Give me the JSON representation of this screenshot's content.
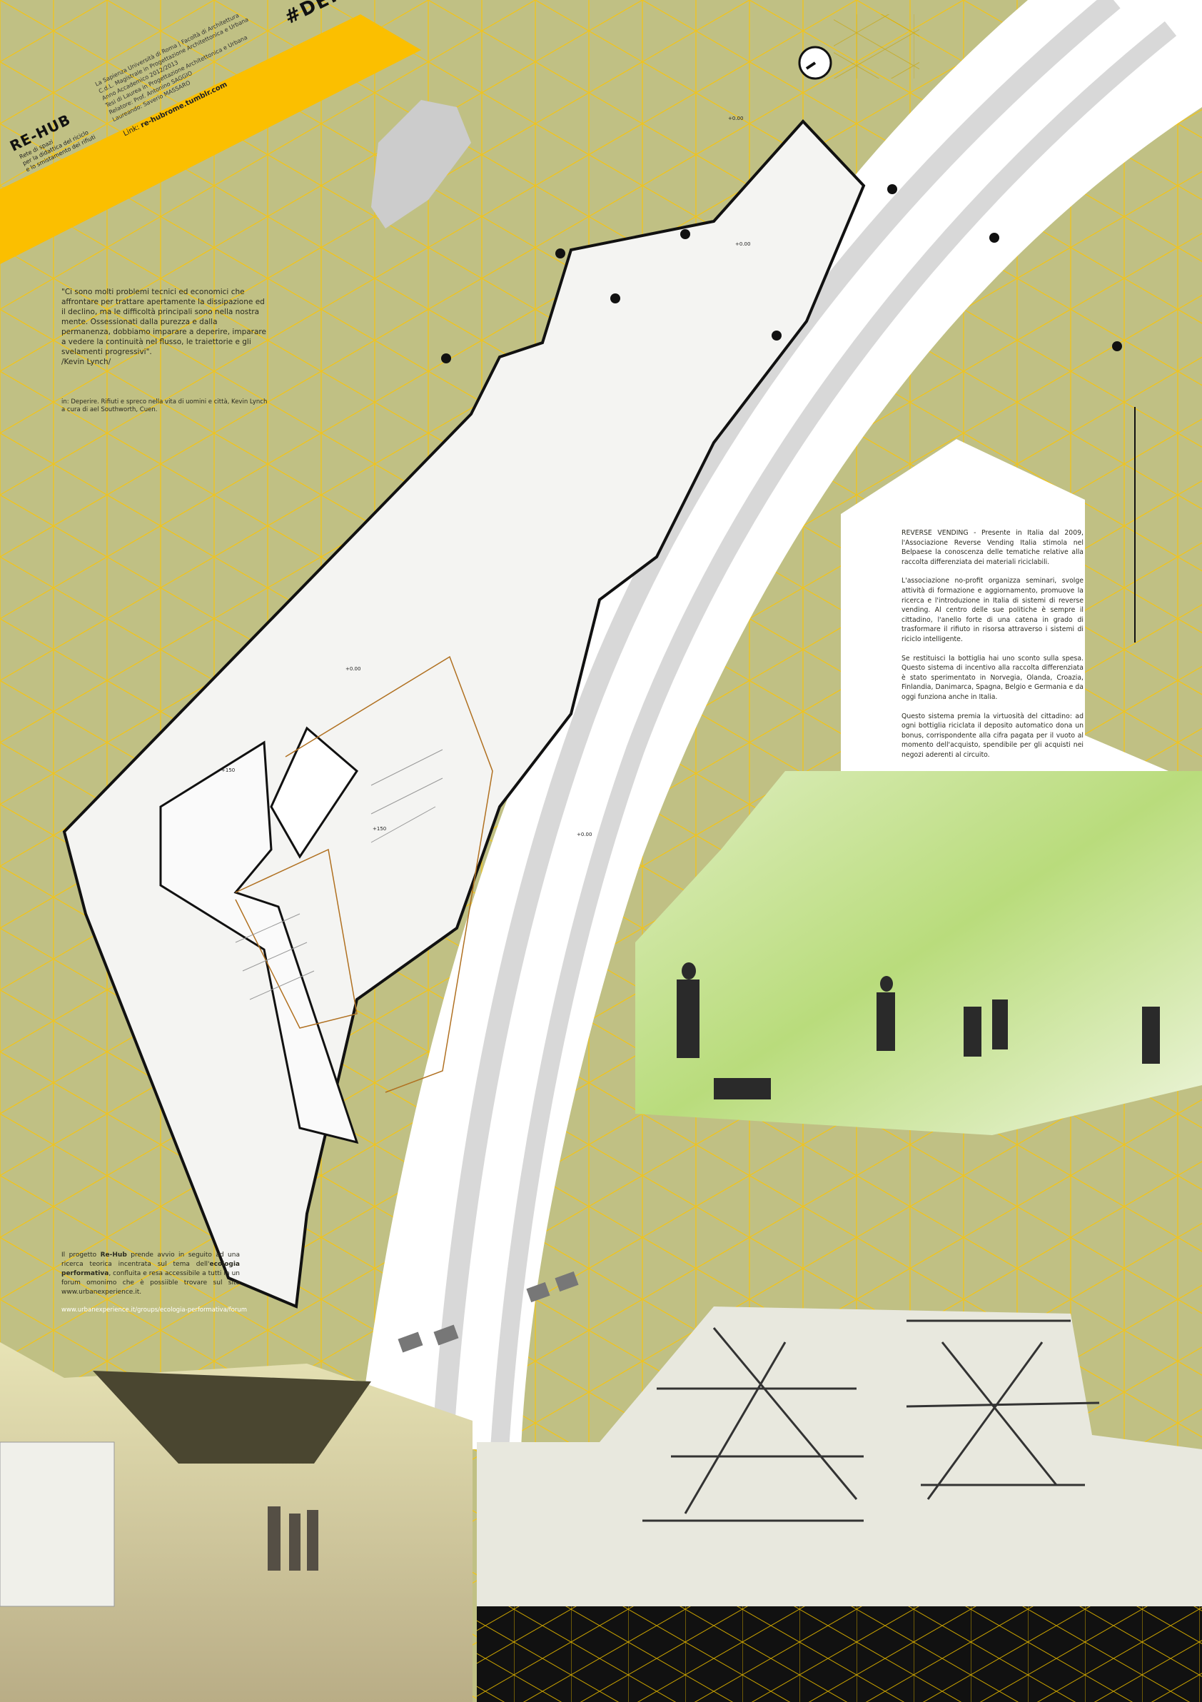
{
  "header": {
    "logo": "RE-HUB",
    "logo_subtitle": [
      "Rete di spazi",
      "per la didattica del riciclo",
      "e lo smistamento dei rifiuti"
    ],
    "info_lines": [
      "La Sapienza Università di Roma | Facoltà di Architettura",
      "C.d.L. Magistrale in Progettazione Architettonica e Urbana",
      "Anno Accademico 2012/2013",
      "Tesi di Laurea in Progettazione Architettonica e Urbana",
      "Relatore: Prof. Antonino SAGGIO",
      "Laureando: Saverio MASSARO"
    ],
    "link_label": "Link:",
    "link_url": "re-hubrome.tumblr.com",
    "hashtag": "#DEPERIRE"
  },
  "quote": {
    "text": "\"Ci sono molti problemi tecnici ed economici che affrontare per trattare apertamente la dissipazione ed il declino, ma le difficoltà principali sono nella nostra mente. Ossessionati dalla purezza e dalla permanenza, dobbiamo imparare a deperire, imparare a vedere la continuità nel flusso, le traiettorie e gli svelamenti progressivi\".",
    "author": "/Kevin Lynch/",
    "citation": "in: Deperire. Rifiuti e spreco nella vita di uomini e città, Kevin Lynch a cura di   ael Southworth,  Cuen."
  },
  "reverse_vending": {
    "paragraphs": [
      "REVERSE VENDING - Presente in Italia dal 2009, l'Associazione Reverse Vending Italia stimola nel Belpaese la conoscenza delle tematiche relative alla raccolta differenziata dei materiali riciclabili.",
      "L'associazione no-profit organizza seminari, svolge attività di formazione e aggiornamento, promuove la ricerca e l'introduzione in Italia di sistemi di reverse vending. Al centro delle sue politiche è sempre il cittadino, l'anello forte di una catena in grado di trasformare il rifiuto in risorsa attraverso i sistemi di riciclo intelligente.",
      "Se restituisci la bottiglia hai uno sconto sulla spesa. Questo sistema di incentivo alla raccolta differenziata è stato sperimentato in Norvegia, Olanda, Croazia, Finlandia, Danimarca, Spagna, Belgio e Germania e da oggi funziona anche in Italia.",
      "Questo sistema premia la virtuosità del cittadino: ad ogni bottiglia riciclata il deposito automatico dona un bonus, corrispondente alla cifra pagata per il  vuoto  al momento dell'acquisto, spendibile per gli acquisti nei negozi aderenti al circuito."
    ]
  },
  "intro": {
    "p1": "Il progetto ",
    "project": "Re-Hub",
    "p2": " prende avvio in seguito ad una ricerca teorica incentrata sul tema dell'",
    "theme": "ecologia performativa",
    "p3": ", confluita e resa accessibile a tutti in un forum omonimo che è possiible trovare sul sito www.urbanexperience.it.",
    "url": "www.urbanexperience.it/groups/ecologia-performativa/forum"
  },
  "plan_levels": [
    "+0.00",
    "+0.00",
    "+0.00",
    "+150",
    "+150",
    "+0.00"
  ],
  "colors": {
    "background": "#c0c084",
    "grid": "#f2c41a",
    "band": "#fbbf00",
    "ink": "#111111"
  }
}
